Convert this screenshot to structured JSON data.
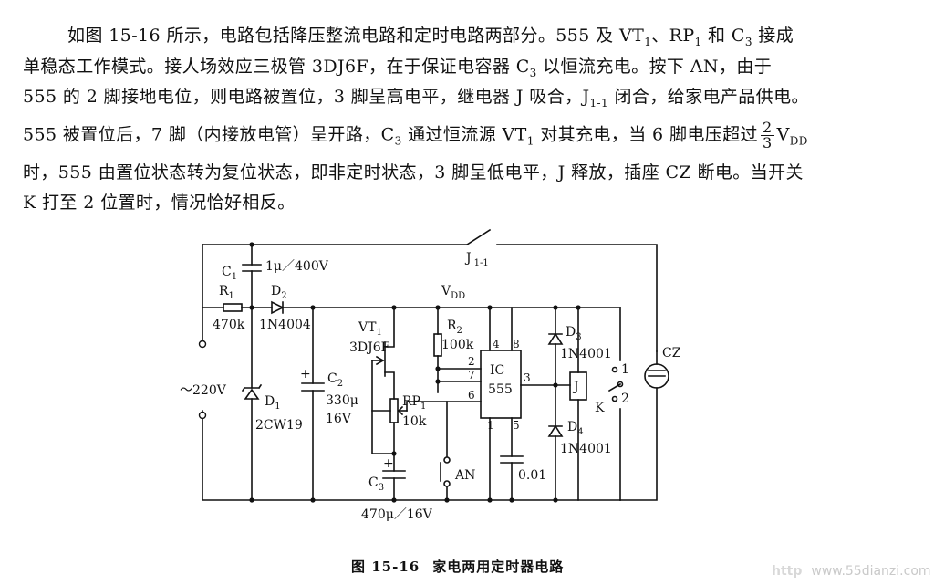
{
  "paragraph": {
    "l1_a": "如图 15-16 所示，电路包括降压整流电路和定时电路两部分。555 及 VT",
    "l1_b": "、RP",
    "l1_c": " 和 C",
    "l1_d": " 接成",
    "l2_a": "单稳态工作模式。接人场效应三极管 3DJ6F，在于保证电容器 C",
    "l2_b": " 以恒流充电。按下 AN，由于",
    "l3_a": "555 的 2 脚接地电位，则电路被置位，3 脚呈高电平，继电器 J 吸合，J",
    "l3_b": " 闭合，给家电产品供电。",
    "l4_a": "555 被置位后，7 脚（内接放电管）呈开路，C",
    "l4_b": " 通过恒流源 VT",
    "l4_c": " 对其充电，当 6 脚电压超过",
    "frac_num": "2",
    "frac_den": "3",
    "l4_d": "V",
    "l4_sub_dd": "DD",
    "l5": "时，555 由置位状态转为复位状态，即非定时状态，3 脚呈低电平，J 释放，插座 CZ 断电。当开关",
    "l6": "K 打至 2 位置时，情况恰好相反。",
    "sub_1": "1",
    "sub_3": "3",
    "sub_1m1": "1-1"
  },
  "circuit_labels": {
    "c1": "C",
    "c1_sub": "1",
    "c1_val": "1μ／400V",
    "r1": "R",
    "r1_sub": "1",
    "r1_val": "470k",
    "d2": "D",
    "d2_sub": "2",
    "d2_val": "1N4004",
    "j11": "J",
    "j11_sub": "1-1",
    "vdd": "V",
    "vdd_sub": "DD",
    "ac": "～220V",
    "d1": "D",
    "d1_sub": "1",
    "d1_val": "2CW19",
    "c2": "C",
    "c2_sub": "2",
    "c2_val1": "330μ",
    "c2_val2": "16V",
    "vt1": "VT",
    "vt1_sub": "1",
    "vt1_val": "3DJ6F",
    "r2": "R",
    "r2_sub": "2",
    "r2_val": "100k",
    "rp1": "RP",
    "rp1_sub": "1",
    "rp1_val": "10k",
    "c3": "C",
    "c3_sub": "3",
    "c3_val": "470μ／16V",
    "an": "AN",
    "ic1": "IC",
    "ic2": "555",
    "pin4": "4",
    "pin8": "8",
    "pin2": "2",
    "pin7": "7",
    "pin6": "6",
    "pin3": "3",
    "pin1": "1",
    "pin5": "5",
    "cap5_val": "0.01",
    "d3": "D",
    "d3_sub": "3",
    "d3_val": "1N4001",
    "d4": "D",
    "d4_sub": "4",
    "d4_val": "1N4001",
    "relay": "J",
    "k": "K",
    "k_pos1": "1",
    "k_pos2": "2",
    "cz": "CZ",
    "plus": "+"
  },
  "caption": {
    "number": "图 15-16",
    "title": "家电两用定时器电路"
  },
  "watermark": {
    "prefix": "http",
    "site": "www.55dianzi.com"
  }
}
